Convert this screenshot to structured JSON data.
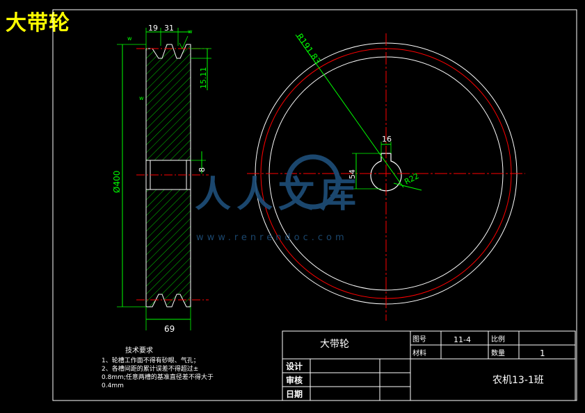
{
  "drawing": {
    "title": "大带轮",
    "colors": {
      "background": "#000000",
      "frame": "#ffffff",
      "dimension": "#00ff00",
      "centerline": "#ff0000",
      "accent_text": "#ffff00",
      "watermark": "#1e4f7a"
    },
    "side_view": {
      "dim_groove_pitch_1": "19",
      "dim_groove_pitch_2": "31",
      "dim_groove_depth": "15.11",
      "dim_diameter": "Ø400",
      "dim_bore": "8",
      "dim_width": "69",
      "roughness_mark": "w"
    },
    "front_view": {
      "dim_radius": "R191.83",
      "dim_keyway_width": "16",
      "dim_keyway_depth": "54",
      "dim_hub_radius": "R22"
    },
    "notes": {
      "heading": "技术要求",
      "lines": [
        "1、轮槽工作面不得有砂眼、气孔；",
        "2、各槽间距的累计误差不得超过±",
        "0.8mm;任意两槽的基准直径差不得大于",
        "0.4mm"
      ]
    },
    "title_block": {
      "part_name": "大带轮",
      "drawing_no_label": "图号",
      "drawing_no": "11-4",
      "scale_label": "比例",
      "material_label": "材料",
      "quantity_label": "数量",
      "quantity": "1",
      "designer_label": "设计",
      "reviewer_label": "审核",
      "date_label": "日期",
      "class_label": "农机13-1班"
    },
    "watermark": {
      "text": "人人文库",
      "url": "www.renrendoc.com"
    }
  }
}
